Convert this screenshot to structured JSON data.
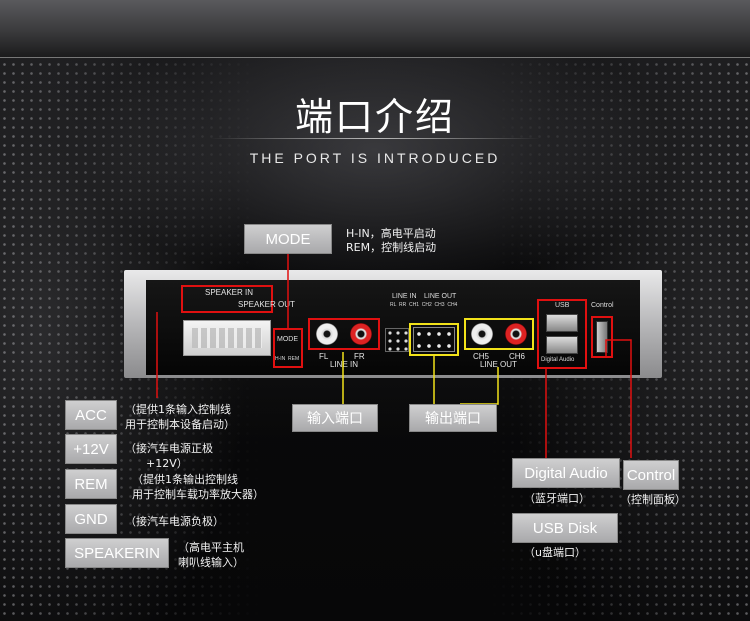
{
  "header": {
    "title": "端口介绍",
    "subtitle": "THE PORT IS INTRODUCED"
  },
  "mode": {
    "label": "MODE",
    "note_line1": "H-IN，高电平启动",
    "note_line2": "REM，控制线启动",
    "panel_label": "MODE",
    "panel_sub": "H-IN  REM"
  },
  "left_labels": [
    {
      "label": "ACC",
      "note": "（提供1条输入控制线\n用于控制本设备启动）"
    },
    {
      "label": "+12V",
      "note": "（接汽车电源正极\n      +12V）"
    },
    {
      "label": "REM",
      "note": "（提供1条输出控制线\n用于控制车载功率放大器）"
    },
    {
      "label": "GND",
      "note": "（接汽车电源负极）"
    },
    {
      "label": "SPEAKERIN",
      "note": "（高电平主机\n喇叭线输入）"
    }
  ],
  "ports": {
    "line_in_label": "输入端口",
    "line_out_label": "输出端口",
    "line_in_text": "LINE IN",
    "line_out_text": "LINE OUT",
    "fl": "FL",
    "fr": "FR",
    "ch5": "CH5",
    "ch6": "CH6",
    "usb_top": "USB",
    "usb_bottom": "Digital Audio",
    "control_top": "Control",
    "speaker_in": "SPEAKER IN",
    "speaker_out": "SPEAKER OUT",
    "line_in_small": "LINE IN",
    "line_out_small": "LINE OUT",
    "line_cols": "RL  RR  CH1  CH2  CH3  CH4"
  },
  "right_labels": {
    "digital_audio": "Digital Audio",
    "digital_audio_note": "（蓝牙端口）",
    "control": "Control",
    "control_note": "（控制面板）",
    "usb_disk": "USB Disk",
    "usb_disk_note": "（u盘端口）"
  },
  "colors": {
    "highlight_red": "#e01010",
    "highlight_yellow": "#f2e21a",
    "label_gray": "#bcbcbe"
  }
}
